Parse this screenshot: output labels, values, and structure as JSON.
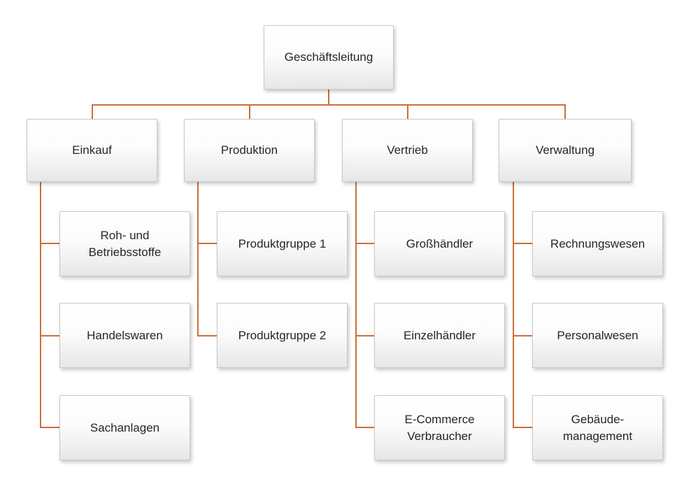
{
  "colors": {
    "connector": "#C97039",
    "box-border": "#C9C9C9",
    "box-top": "#FFFFFF",
    "box-bottom": "#E7E7E7",
    "text": "#262626"
  },
  "org": {
    "root": {
      "label": "Geschäftsleitung"
    },
    "groups": [
      {
        "label": "Einkauf",
        "children": [
          "Roh- und\nBetriebsstoffe",
          "Handelswaren",
          "Sachanlagen"
        ]
      },
      {
        "label": "Produktion",
        "children": [
          "Produktgruppe 1",
          "Produktgruppe 2"
        ]
      },
      {
        "label": "Vertrieb",
        "children": [
          "Großhändler",
          "Einzelhändler",
          "E-Commerce\nVerbraucher"
        ]
      },
      {
        "label": "Verwaltung",
        "children": [
          "Rechnungswesen",
          "Personalwesen",
          "Gebäude-\nmanagement"
        ]
      }
    ]
  }
}
